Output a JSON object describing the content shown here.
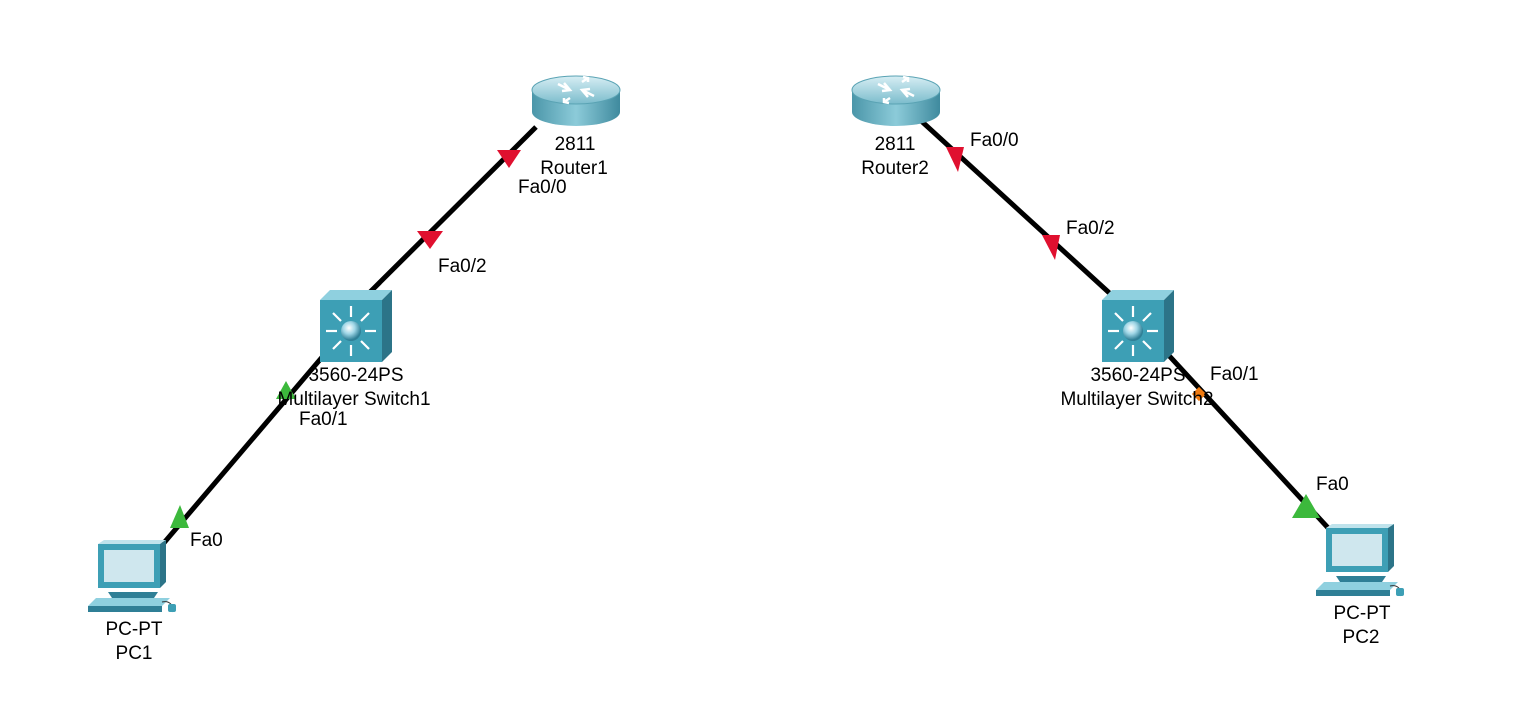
{
  "devices": {
    "router1": {
      "model": "2811",
      "name": "Router1"
    },
    "router2": {
      "model": "2811",
      "name": "Router2"
    },
    "switch1": {
      "model": "3560-24PS",
      "name": "Multilayer Switch1"
    },
    "switch2": {
      "model": "3560-24PS",
      "name": "Multilayer Switch2"
    },
    "pc1": {
      "model": "PC-PT",
      "name": "PC1"
    },
    "pc2": {
      "model": "PC-PT",
      "name": "PC2"
    }
  },
  "links": [
    {
      "from": "router1",
      "to": "switch1",
      "from_port": "Fa0/0",
      "to_port": "Fa0/2",
      "status": "down"
    },
    {
      "from": "switch1",
      "to": "pc1",
      "from_port": "Fa0/1",
      "to_port": "Fa0",
      "status": "up"
    },
    {
      "from": "router2",
      "to": "switch2",
      "from_port": "Fa0/0",
      "to_port": "Fa0/2",
      "status": "down"
    },
    {
      "from": "switch2",
      "to": "pc2",
      "from_port": "Fa0/1",
      "to_port": "Fa0",
      "status": "mixed"
    }
  ],
  "colors": {
    "link": "#000000",
    "port_down": "#e0102f",
    "port_up": "#3cb93c",
    "port_pending": "#f07a10",
    "device_teal": "#3d9fb5"
  }
}
